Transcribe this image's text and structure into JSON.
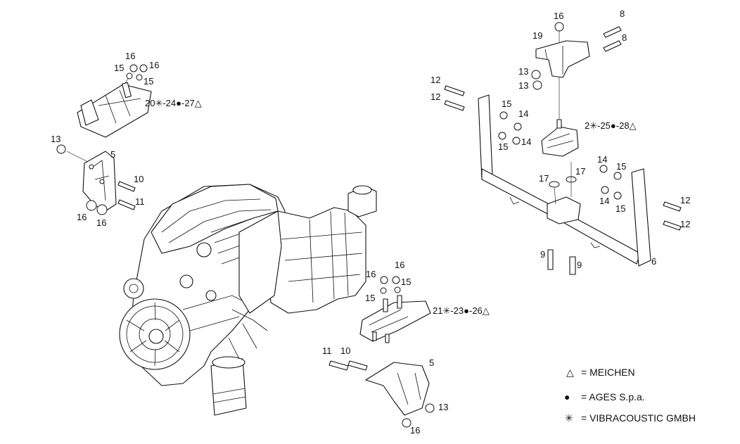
{
  "callouts": {
    "c16a": "16",
    "c16b": "16",
    "c15a": "15",
    "c15b": "15",
    "c_upper_left_code": "20✳-24●-27△",
    "c13_left": "13",
    "c5_left": "5",
    "c10_left": "10",
    "c11_left": "11",
    "c16_left_a": "16",
    "c16_left_b": "16",
    "c16_top": "16",
    "c19": "19",
    "c8a": "8",
    "c8b": "8",
    "c13_r_a": "13",
    "c13_r_b": "13",
    "c12_a": "12",
    "c12_b": "12",
    "c15_r_a": "15",
    "c14_r_a": "14",
    "c15_r_b": "15",
    "c14_r_b": "14",
    "c_right_mount_code": "2✳-25●-28△",
    "c14_r_c": "14",
    "c15_r_c": "15",
    "c14_r_d": "14",
    "c15_r_d": "15",
    "c17_a": "17",
    "c17_b": "17",
    "c12_r_c": "12",
    "c12_r_d": "12",
    "c9_a": "9",
    "c9_b": "9",
    "c6": "6",
    "c16_m_a": "16",
    "c16_m_b": "16",
    "c15_m_a": "15",
    "c15_m_b": "15",
    "c_lower_mount_code": "21✳-23●-26△",
    "c11_low": "11",
    "c10_low": "10",
    "c5_low": "5",
    "c13_low": "13",
    "c16_low": "16"
  },
  "legend": {
    "meichen_symbol": "△",
    "meichen": "= MEICHEN",
    "ages_symbol": "●",
    "ages": "= AGES S.p.a.",
    "vibracoustic_symbol": "✳",
    "vibracoustic": "= VIBRACOUSTIC GMBH"
  }
}
